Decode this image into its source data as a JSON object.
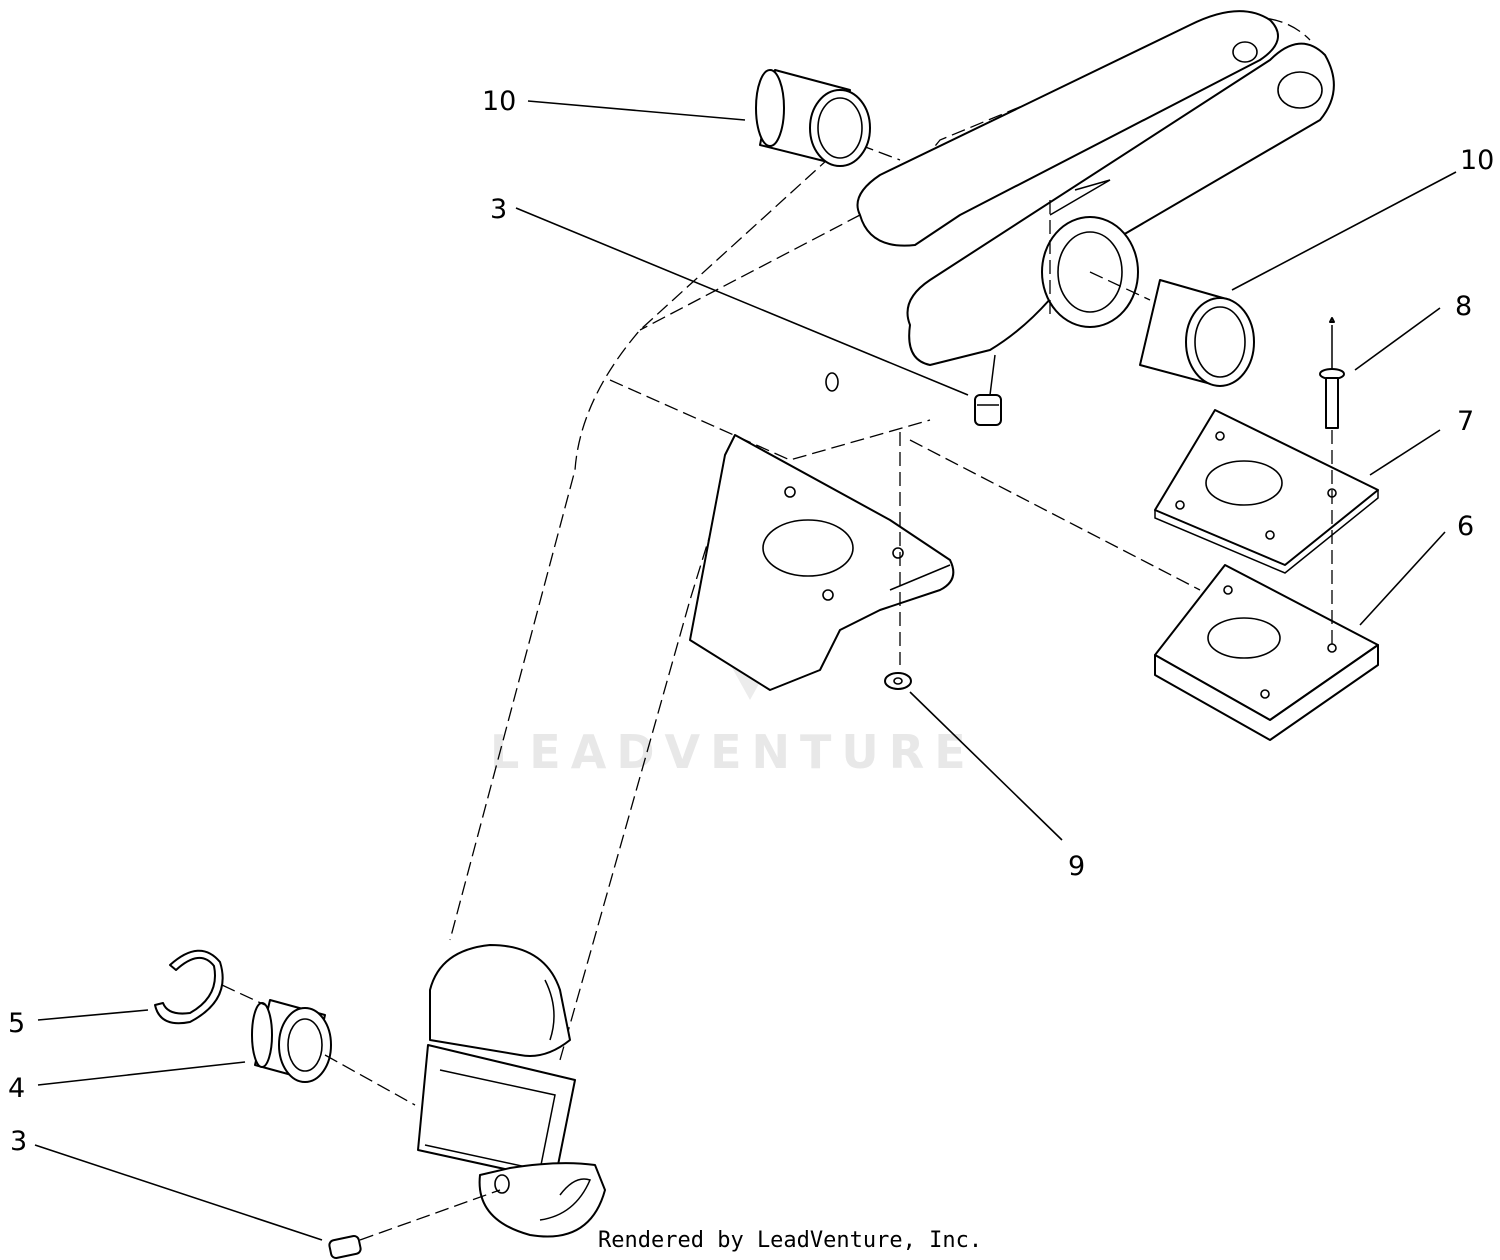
{
  "callouts": [
    "10",
    "10",
    "3",
    "3",
    "8",
    "7",
    "6",
    "9",
    "5",
    "4"
  ],
  "watermark": {
    "text": "LEADVENTURE",
    "icon": "flame-v-logo-icon"
  },
  "credit": "Rendered by LeadVenture, Inc.",
  "colors": {
    "line": "#000000",
    "background": "#ffffff",
    "watermark": "#e8e8e8"
  }
}
